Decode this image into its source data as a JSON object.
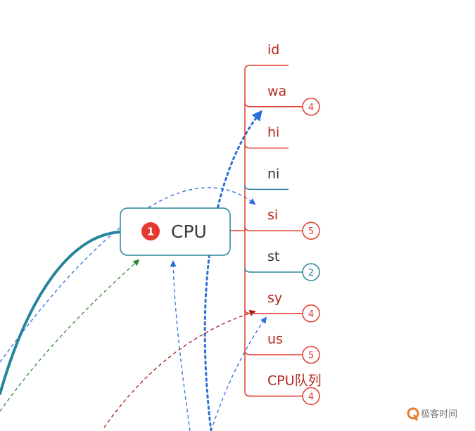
{
  "central_node": {
    "number": "1",
    "label": "CPU",
    "color": "#27859a",
    "number_color": "#e5392f"
  },
  "branches": [
    {
      "label": "id",
      "color": "#b3271d",
      "badge": null
    },
    {
      "label": "wa",
      "color": "#b3271d",
      "badge": "4"
    },
    {
      "label": "hi",
      "color": "#b3271d",
      "badge": null
    },
    {
      "label": "ni",
      "color": "#333333",
      "badge": null
    },
    {
      "label": "si",
      "color": "#b3271d",
      "badge": "5"
    },
    {
      "label": "st",
      "color": "#333333",
      "badge": "2"
    },
    {
      "label": "sy",
      "color": "#b3271d",
      "badge": "4"
    },
    {
      "label": "us",
      "color": "#b3271d",
      "badge": "5"
    },
    {
      "label": "CPU队列",
      "color": "#b3271d",
      "badge": "4"
    }
  ],
  "colors": {
    "red_line": "#e03c31",
    "teal_line": "#27859a",
    "blue_dash": "#2a6fdb",
    "green_dash": "#2d8a2d",
    "darkred_dash": "#a01c12"
  },
  "watermark": {
    "text": "极客时间",
    "icon": "geektime-logo-icon"
  }
}
